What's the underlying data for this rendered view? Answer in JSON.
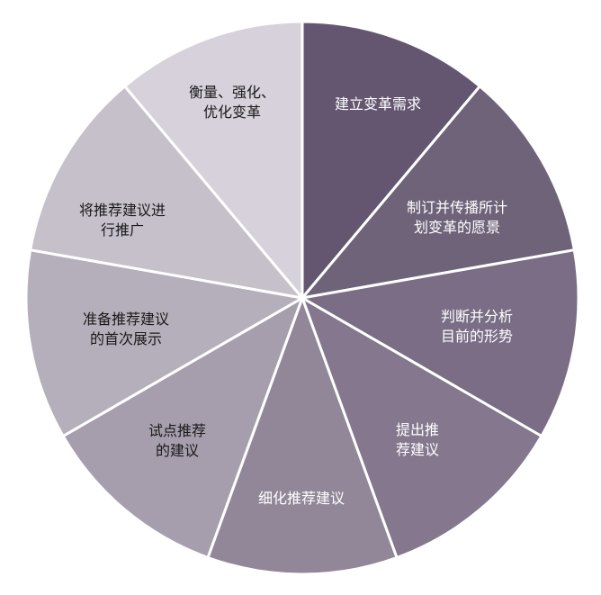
{
  "diagram": {
    "type": "segmented-cycle-wheel",
    "segments": [
      {
        "lines": [
          "建立变革需求"
        ],
        "color": "#645670",
        "text_color": "#ffffff"
      },
      {
        "lines": [
          "制订并传播所计",
          "划变革的愿景"
        ],
        "color": "#6f6379",
        "text_color": "#ffffff"
      },
      {
        "lines": [
          "判断并分析",
          "目前的形势"
        ],
        "color": "#7a6d85",
        "text_color": "#ffffff"
      },
      {
        "lines": [
          "提出推",
          "荐建议"
        ],
        "color": "#84778e",
        "text_color": "#ffffff"
      },
      {
        "lines": [
          "细化推荐建议"
        ],
        "color": "#928799",
        "text_color": "#ffffff"
      },
      {
        "lines": [
          "试点推荐",
          "的建议"
        ],
        "color": "#a69ead",
        "text_color": "#1a1a1a"
      },
      {
        "lines": [
          "准备推荐建议",
          "的首次展示"
        ],
        "color": "#b5aebb",
        "text_color": "#1a1a1a"
      },
      {
        "lines": [
          "将推荐建议进",
          "行推广"
        ],
        "color": "#c6c0cb",
        "text_color": "#1a1a1a"
      },
      {
        "lines": [
          "衡量、强化、",
          "优化变革"
        ],
        "color": "#d6d1da",
        "text_color": "#1a1a1a"
      }
    ],
    "divider_color": "#ffffff"
  }
}
